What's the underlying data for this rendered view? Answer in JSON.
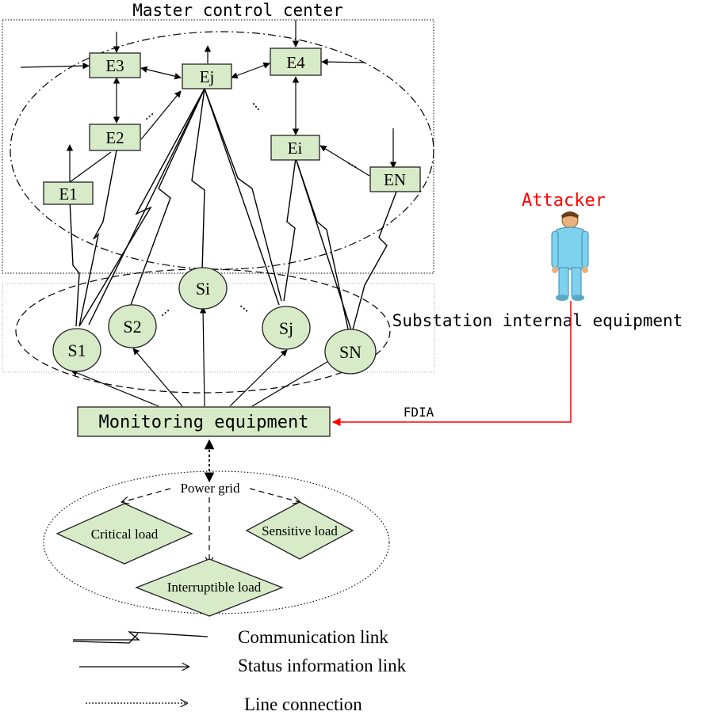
{
  "master": {
    "title": "Master control center",
    "nodes": [
      "E3",
      "Ej",
      "E4",
      "E2",
      "Ei",
      "E1",
      "EN"
    ]
  },
  "substation": {
    "title": "Substation internal equipment",
    "nodes": [
      "S1",
      "S2",
      "Si",
      "Sj",
      "SN"
    ]
  },
  "attacker": {
    "label": "Attacker",
    "color": "#ff0000"
  },
  "attack_link_label": "FDIA",
  "monitoring": {
    "label": "Monitoring equipment"
  },
  "grid": {
    "label": "Power grid",
    "loads": [
      "Critical load",
      "Sensitive load",
      "Interruptible load"
    ]
  },
  "legend": [
    {
      "icon": "lightning-line-icon",
      "label": "Communication link"
    },
    {
      "icon": "solid-arrow-icon",
      "label": "Status information link"
    },
    {
      "icon": "dotted-arrow-icon",
      "label": "Line connection"
    }
  ],
  "colors": {
    "node_fill": "#d8ebc8",
    "attack": "#ff0000"
  }
}
